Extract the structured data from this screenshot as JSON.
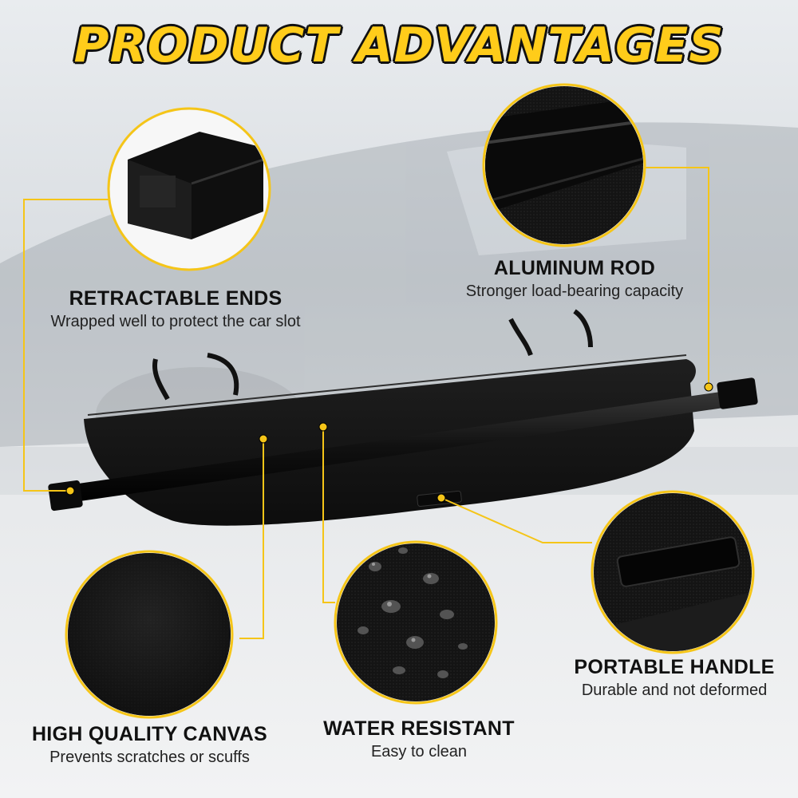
{
  "page": {
    "title": "PRODUCT ADVANTAGES"
  },
  "colors": {
    "accent": "#ffcc1a",
    "product": "#141414",
    "leader_line": "#f5c518"
  },
  "features": {
    "retractable_ends": {
      "title": "RETRACTABLE ENDS",
      "description": "Wrapped well to protect the car slot"
    },
    "aluminum_rod": {
      "title": "ALUMINUM ROD",
      "description": "Stronger load-bearing capacity"
    },
    "portable_handle": {
      "title": "PORTABLE HANDLE",
      "description": "Durable and not deformed"
    },
    "high_quality_canvas": {
      "title": "HIGH QUALITY CANVAS",
      "description": "Prevents scratches or scuffs"
    },
    "water_resistant": {
      "title": "WATER RESISTANT",
      "description": "Easy to clean"
    }
  }
}
